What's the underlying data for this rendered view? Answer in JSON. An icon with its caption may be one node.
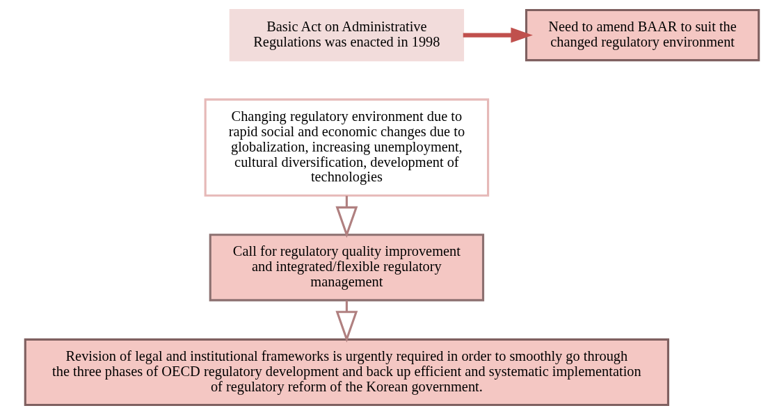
{
  "diagram": {
    "nodes": [
      {
        "text": [
          "Basic Act on Administrative Regulations was enacted in 1998"
        ]
      },
      {
        "text": [
          "Need to amend BAAR to suit the changed regulatory environment"
        ]
      },
      {
        "text": [
          "Changing regulatory environment due to rapid social and economic changes due to globalization, increasing unemployment, cultural diversification, development of technologies"
        ]
      },
      {
        "text": [
          "Call for regulatory quality improvement and integrated/flexible regulatory management"
        ]
      },
      {
        "text": [
          "Revision of legal and institutional frameworks is urgently required in order to smoothly go through the three phases of OECD regulatory development and back up efficient and systematic implementation of regulatory reform of the Korean government."
        ]
      }
    ],
    "edges": [
      {
        "from": 0,
        "to": 1,
        "arrow": "to",
        "style": "thick",
        "color": "#c0504d"
      },
      {
        "from": 2,
        "to": 3,
        "arrow": "to"
      },
      {
        "from": 3,
        "to": 4,
        "arrow": "to"
      }
    ]
  }
}
